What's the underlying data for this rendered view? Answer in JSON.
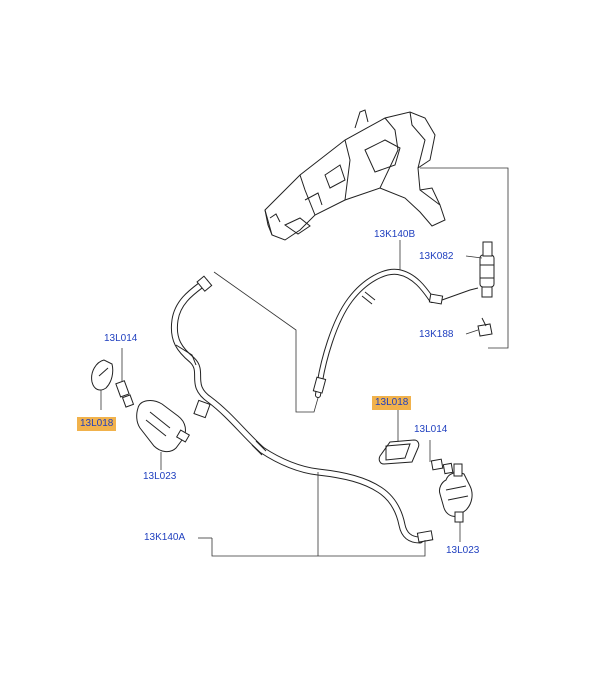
{
  "colors": {
    "label_text": "#1f3fbf",
    "highlight": "#f1b24c",
    "line": "#222222"
  },
  "callouts": {
    "hose_upper": "13K140B",
    "pump_upper": "13K082",
    "clip_upper": "13K188",
    "connector_left": "13L014",
    "cover_left": "13L018",
    "jet_left": "13L023",
    "cover_right": "13L018",
    "connector_right": "13L014",
    "jet_right": "13L023",
    "hose_main": "13K140A"
  }
}
